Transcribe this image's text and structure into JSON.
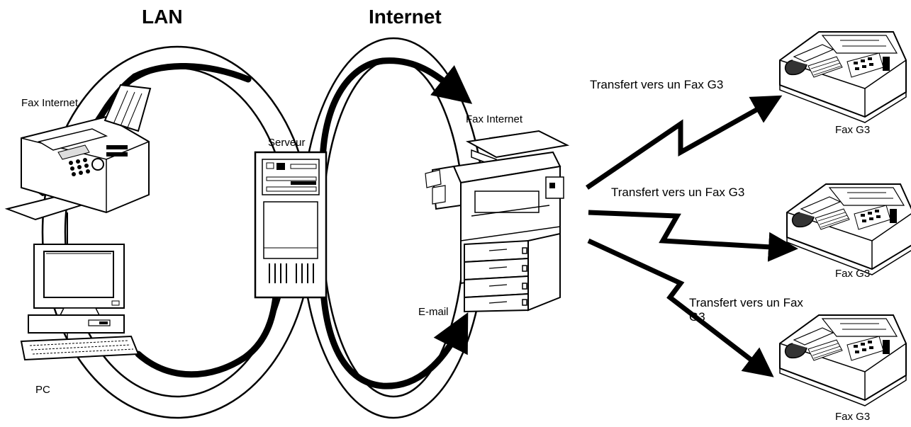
{
  "diagram": {
    "zones": {
      "lan": "LAN",
      "internet": "Internet"
    },
    "labels": {
      "fax_internet_left": "Fax Internet",
      "pc": "PC",
      "server": "Serveur",
      "fax_internet_right": "Fax Internet",
      "email": "E-mail",
      "transfer_1": "Transfert vers un Fax G3",
      "transfer_2": "Transfert vers un Fax G3",
      "transfer_3": "Transfert vers un Fax G3",
      "fax_g3_1": "Fax G3",
      "fax_g3_2": "Fax G3",
      "fax_g3_3": "Fax G3"
    }
  },
  "colors": {
    "line": "#000000",
    "background": "#ffffff"
  },
  "icons": {
    "left_device": "internet-fax-machine-icon",
    "pc": "desktop-pc-icon",
    "server": "server-tower-icon",
    "right_device": "multifunction-copier-icon",
    "g3_fax": "g3-fax-machine-icon"
  }
}
